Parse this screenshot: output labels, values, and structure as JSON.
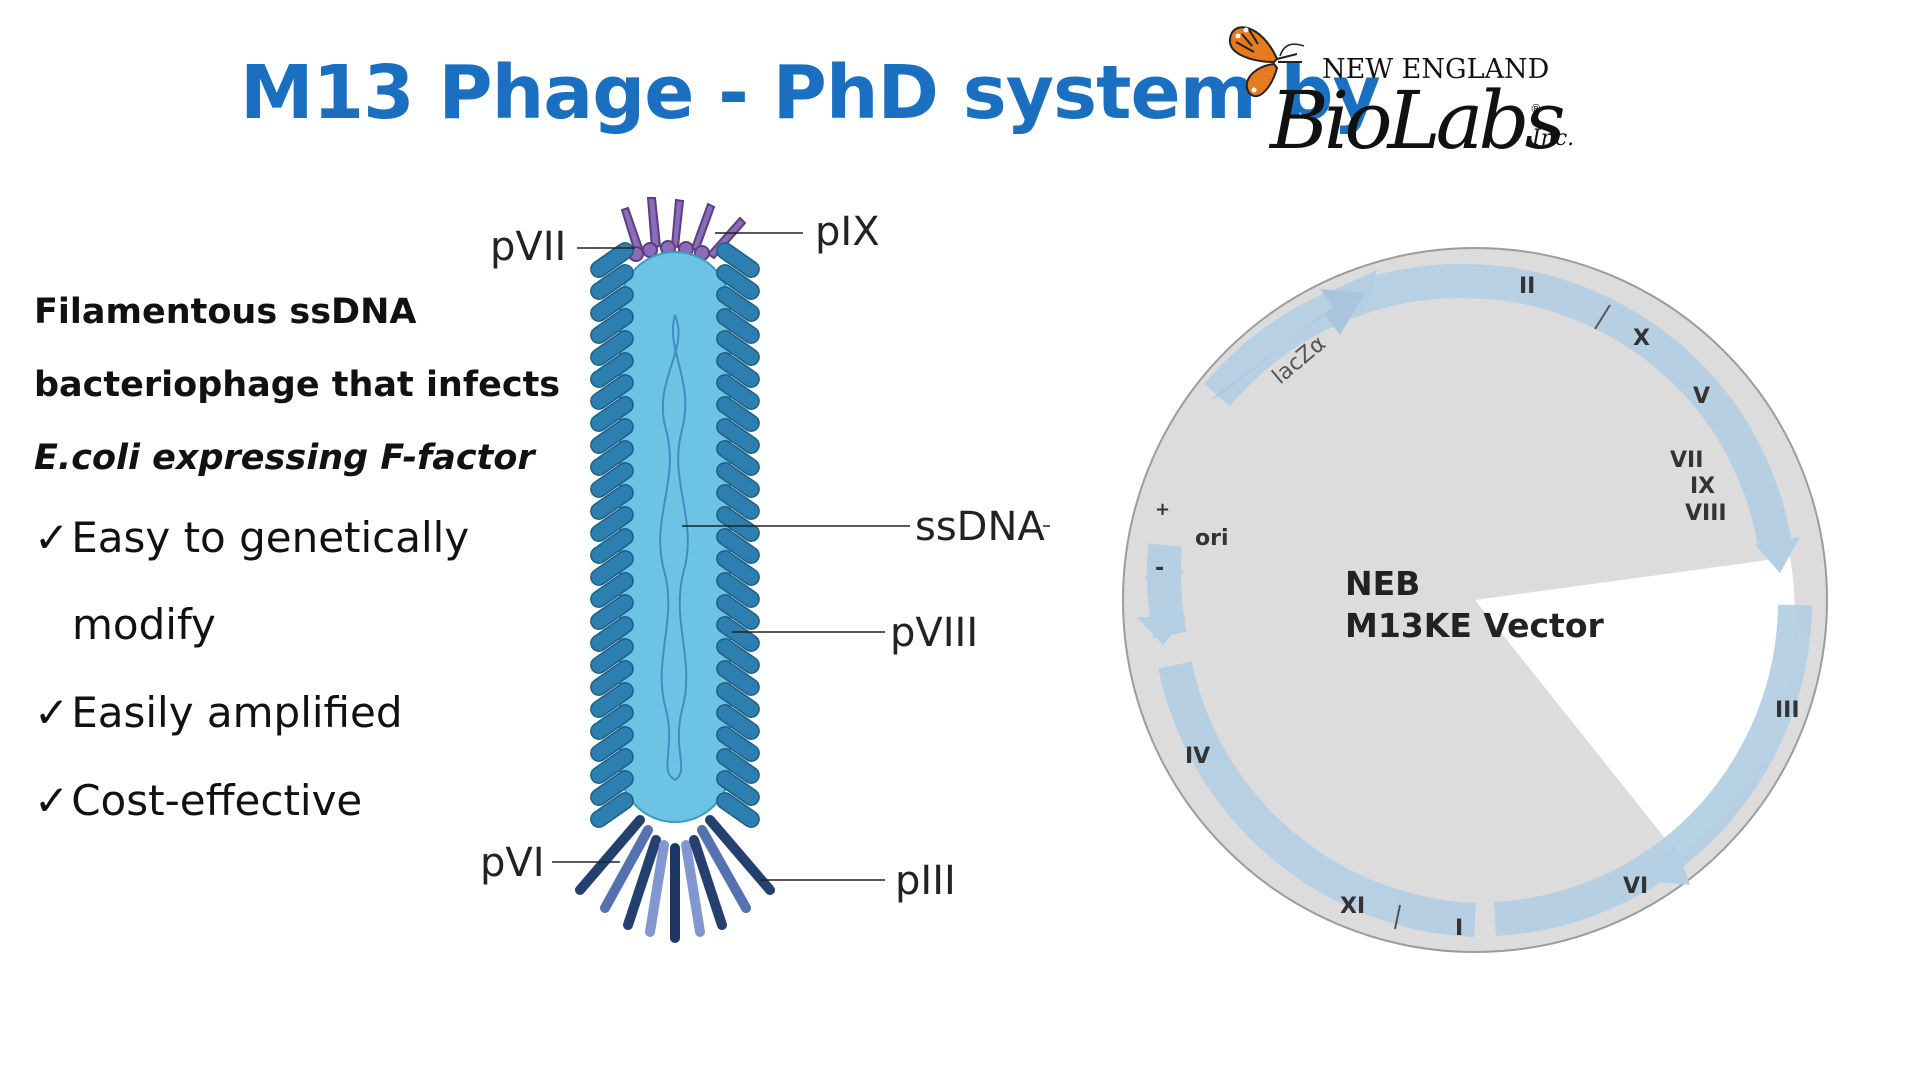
{
  "title": "M13 Phage - PhD system by",
  "logo": {
    "line1": "NEW ENGLAND",
    "line2": "BioLabs",
    "registered": "®",
    "suffix": "Inc."
  },
  "description": {
    "line1": "Filamentous ssDNA",
    "line2": "bacteriophage that infects",
    "line3": "E.coli expressing F-factor"
  },
  "bullets": [
    {
      "check": "✓",
      "text": "Easy to genetically"
    },
    {
      "check": "",
      "text": "modify"
    },
    {
      "check": "✓",
      "text": "Easily amplified"
    },
    {
      "check": "✓",
      "text": "Cost-effective"
    }
  ],
  "phage_labels": {
    "pVII": "pVII",
    "pIX": "pIX",
    "ssDNA": "ssDNA",
    "pVIII": "pVIII",
    "pVI": "pVI",
    "pIII": "pIII"
  },
  "vector": {
    "name_line1": "NEB",
    "name_line2": "M13KE Vector",
    "genes": {
      "lacZ": "lacZα",
      "II": "II",
      "X": "X",
      "V": "V",
      "VII": "VII",
      "IX": "IX",
      "VIII": "VIII",
      "III": "III",
      "VI": "VI",
      "I": "I",
      "XI": "XI",
      "IV": "IV",
      "ori": "ori",
      "plus": "+",
      "minus": "-"
    }
  },
  "colors": {
    "title_blue": "#1a6fc0",
    "capsid": "#6cc3e3",
    "coat": "#2c7fae",
    "plasmid_bg": "#e0e0e0",
    "arrow": "#b4cfe4",
    "pVII_purple": "#8c6bb8"
  }
}
